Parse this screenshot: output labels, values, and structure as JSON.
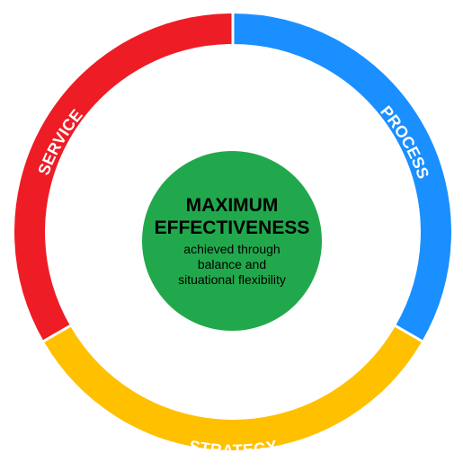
{
  "diagram": {
    "segments": [
      {
        "label": "PROCESS",
        "color": "#1A8FFF"
      },
      {
        "label": "STRATEGY",
        "color": "#FFC000"
      },
      {
        "label": "SERVICE",
        "color": "#EE1C25"
      }
    ],
    "center": {
      "title_line1": "MAXIMUM",
      "title_line2": "EFFECTIVENESS",
      "subtitle_line1": "achieved through",
      "subtitle_line2": "balance and",
      "subtitle_line3": "situational flexibility",
      "color": "#22A84C"
    },
    "divider_color": "#FFFFFF"
  }
}
